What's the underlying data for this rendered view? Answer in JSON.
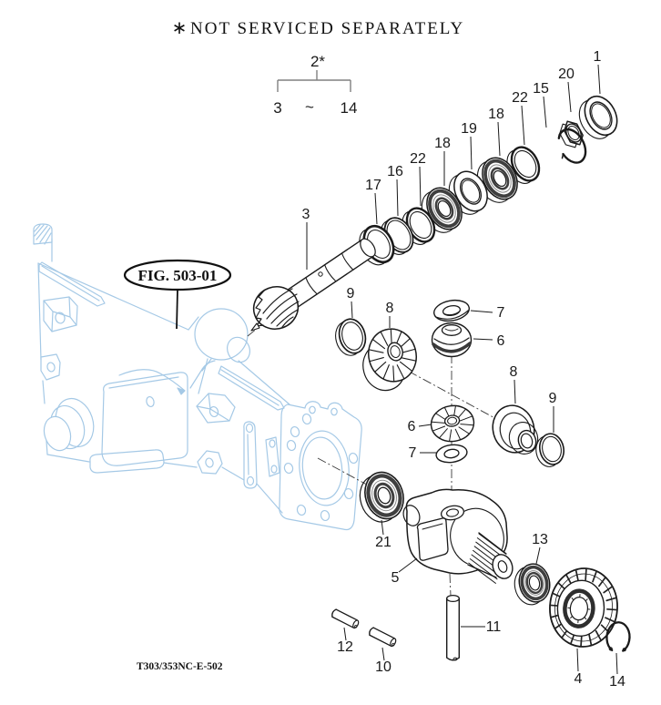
{
  "title": {
    "marker": "∗",
    "text": "NOT SERVICED SEPARATELY"
  },
  "group_callout": {
    "label": "2*",
    "range_start": "3",
    "range_separator": "~",
    "range_end": "14"
  },
  "figure_ref": {
    "label": "FIG. 503-01"
  },
  "drawing_code": "T303/353NC-E-502",
  "colors": {
    "ink": "#1a1a1a",
    "housing_outline": "#a5c9e6",
    "bearing_shade": "#3f3f3f",
    "background": "#ffffff"
  },
  "callouts": {
    "n1": "1",
    "n20": "20",
    "n15": "15",
    "n22a": "22",
    "n18a": "18",
    "n19": "19",
    "n18b": "18",
    "n22b": "22",
    "n16": "16",
    "n17": "17",
    "n3": "3",
    "n9a": "9",
    "n8a": "8",
    "n7a": "7",
    "n6a": "6",
    "n8b": "8",
    "n9b": "9",
    "n6b": "6",
    "n7b": "7",
    "n21": "21",
    "n5": "5",
    "n13": "13",
    "n11": "11",
    "n12": "12",
    "n10": "10",
    "n4": "4",
    "n14": "14"
  }
}
